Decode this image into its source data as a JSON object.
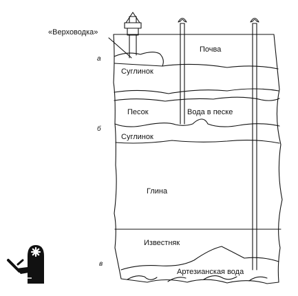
{
  "diagram": {
    "layers": {
      "soil": "Почва",
      "loam_top": "Суглинок",
      "sand": "Песок",
      "water_in_sand": "Вода в песке",
      "loam_middle": "Суглинок",
      "clay": "Глина",
      "limestone": "Известняк",
      "artesian_water": "Артезианская вода"
    },
    "perched_water": "«Верховодка»",
    "markers": {
      "a": "а",
      "b": "б",
      "c": "в"
    },
    "icons": [
      "house-chimney-icon",
      "well-pipe-icon",
      "mascot-icon"
    ]
  }
}
